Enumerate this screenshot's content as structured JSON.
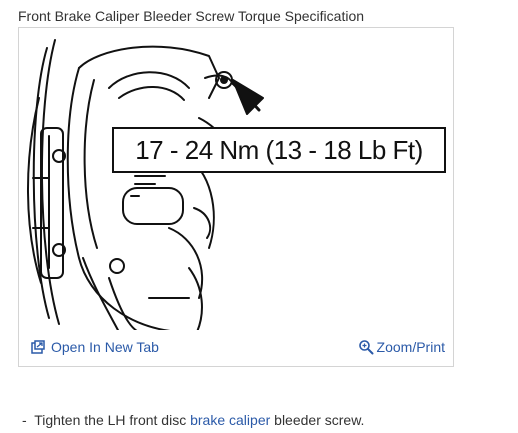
{
  "caption": "Front Brake Caliper Bleeder Screw Torque Specification",
  "figure": {
    "spec_label": "17 - 24 Nm (13 - 18 Lb Ft)",
    "open_tab_label": "Open In New Tab",
    "zoom_label": "Zoom/Print",
    "open_tab_icon": "open-in-new-tab-icon",
    "zoom_icon": "magnifier-icon"
  },
  "instruction": {
    "bullet": "-",
    "prefix": "Tighten the LH front disc",
    "link": "brake caliper",
    "suffix": "bleeder screw."
  },
  "colors": {
    "link": "#2b5aa8",
    "text": "#333333",
    "border": "#d4d4d4"
  }
}
